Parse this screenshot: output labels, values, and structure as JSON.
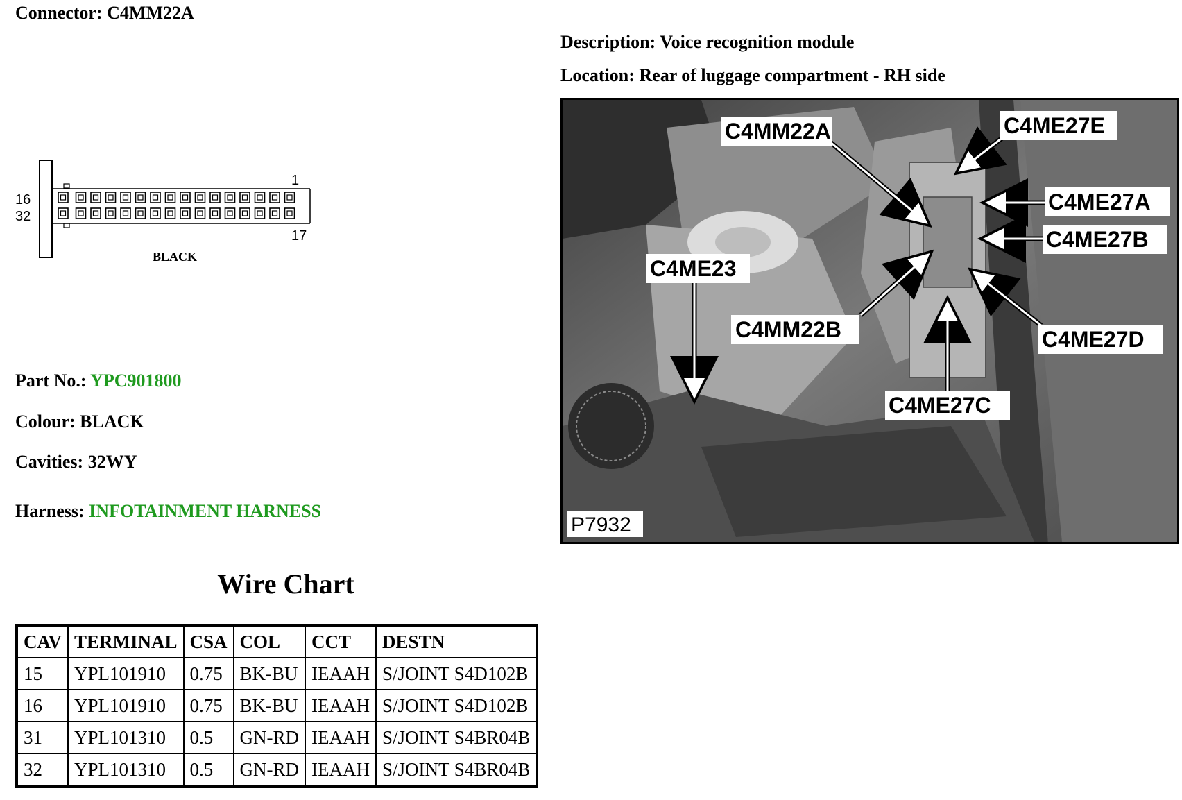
{
  "connector": {
    "label": "Connector:",
    "value": "C4MM22A"
  },
  "description": {
    "label": "Description:",
    "value": "Voice recognition module"
  },
  "location": {
    "label": "Location:",
    "value": "Rear of luggage compartment - RH side"
  },
  "pinout": {
    "pin_top_left": "16",
    "pin_bottom_left": "32",
    "pin_top_right": "1",
    "pin_bottom_right": "17",
    "colour_label": "BLACK"
  },
  "part_no": {
    "label": "Part No.:",
    "value": "YPC901800"
  },
  "colour": {
    "label": "Colour:",
    "value": "BLACK"
  },
  "cavities": {
    "label": "Cavities:",
    "value": "32WY"
  },
  "harness": {
    "label": "Harness:",
    "value": "INFOTAINMENT HARNESS"
  },
  "wire_chart": {
    "title": "Wire Chart",
    "headers": [
      "CAV",
      "TERMINAL",
      "CSA",
      "COL",
      "CCT",
      "DESTN"
    ],
    "rows": [
      [
        "15",
        "YPL101910",
        "0.75",
        "BK-BU",
        "IEAAH",
        "S/JOINT S4D102B"
      ],
      [
        "16",
        "YPL101910",
        "0.75",
        "BK-BU",
        "IEAAH",
        "S/JOINT S4D102B"
      ],
      [
        "31",
        "YPL101310",
        "0.5",
        "GN-RD",
        "IEAAH",
        "S/JOINT S4BR04B"
      ],
      [
        "32",
        "YPL101310",
        "0.5",
        "GN-RD",
        "IEAAH",
        "S/JOINT S4BR04B"
      ]
    ]
  },
  "photo": {
    "ref": "P7932",
    "callouts": {
      "c4mm22a": "C4MM22A",
      "c4me27e": "C4ME27E",
      "c4me27a": "C4ME27A",
      "c4me27b": "C4ME27B",
      "c4me23": "C4ME23",
      "c4mm22b": "C4MM22B",
      "c4me27d": "C4ME27D",
      "c4me27c": "C4ME27C"
    }
  }
}
